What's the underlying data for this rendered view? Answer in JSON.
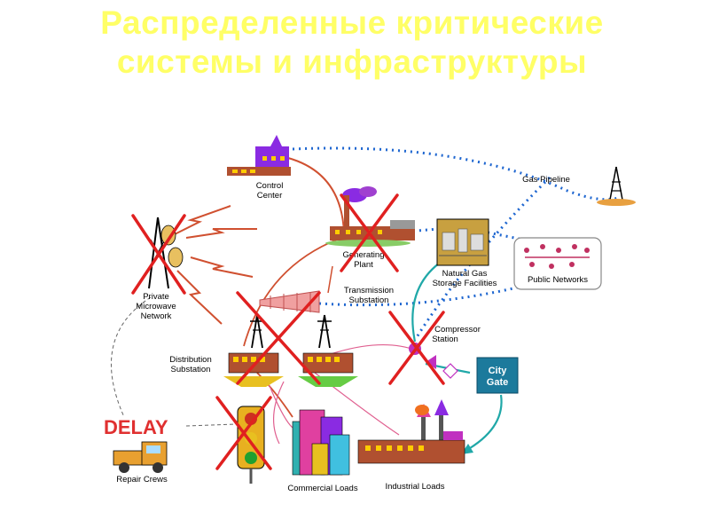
{
  "title": {
    "line1": "Распределенные критические",
    "line2": "системы и инфраструктуры"
  },
  "labels": {
    "control_center": [
      "Control",
      "Center"
    ],
    "gas_pipeline": "Gas Pipeline",
    "generating_plant": [
      "Generating",
      "Plant"
    ],
    "natural_gas_storage": [
      "Natural Gas",
      "Storage Facilities"
    ],
    "public_networks": "Public Networks",
    "private_microwave": [
      "Private",
      "Microwave",
      "Network"
    ],
    "transmission_substation": [
      "Transmission",
      "Substation"
    ],
    "compressor_station": [
      "Compressor",
      "Station"
    ],
    "distribution_substation": [
      "Distribution",
      "Substation"
    ],
    "city_gate": [
      "City",
      "Gate"
    ],
    "delay": "DELAY",
    "repair_crews": "Repair Crews",
    "commercial_loads": "Commercial Loads",
    "industrial_loads": "Industrial Loads"
  },
  "colors": {
    "title": "#ffff66",
    "failure_x": "#e02020",
    "pipeline": "#1e66d0",
    "link": "#d05030",
    "gas_flow": "#20a8a8"
  }
}
